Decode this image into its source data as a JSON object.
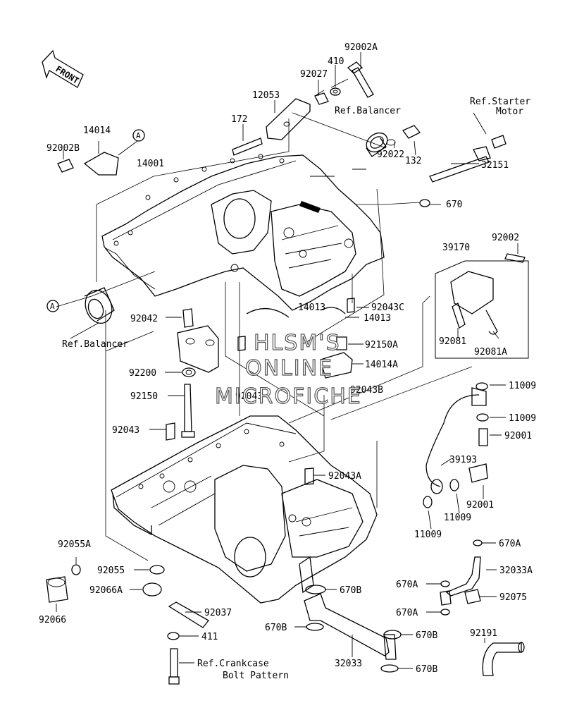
{
  "front_arrow": {
    "text": "FRONT"
  },
  "watermark": {
    "line1": "HLSM'S",
    "line2": "ONLINE",
    "line3": "MICROFICHE"
  },
  "labels": {
    "p92002A": "92002A",
    "p410": "410",
    "p92027": "92027",
    "p12053": "12053",
    "p172": "172",
    "refBalancerTop": "Ref.Balancer",
    "refStarter1": "Ref.Starter",
    "refStarter2": "Motor",
    "p14014": "14014",
    "p92002B": "92002B",
    "calloutA1": "A",
    "p14001": "14001",
    "p132": "132",
    "p92022": "92022",
    "p32151": "32151",
    "p670": "670",
    "p92002": "92002",
    "p39170": "39170",
    "calloutA2": "A",
    "p92043C": "92043C",
    "p14013a": "14013",
    "p14013b": "14013",
    "p92042": "92042",
    "p92150A": "92150A",
    "p92081": "92081",
    "p92081A": "92081A",
    "refBalancerLeft": "Ref.Balancer",
    "p14014A": "14014A",
    "p92200": "92200",
    "p92043B": "92043B",
    "p11009a": "11009",
    "p92150": "92150",
    "p92043a": "92043",
    "p11009b": "11009",
    "p92043b": "92043",
    "p92001a": "92001",
    "p39193": "39193",
    "p92043A": "92043A",
    "p92001b": "92001",
    "p11009c": "11009",
    "p11009d": "11009",
    "p92055A": "92055A",
    "p670A1": "670A",
    "p92055": "92055",
    "p670Ba": "670B",
    "p670A2": "670A",
    "p32033A": "32033A",
    "p92066A": "92066A",
    "p92075": "92075",
    "p92037": "92037",
    "p670A3": "670A",
    "p92066": "92066",
    "p670Bb": "670B",
    "p670Bc": "670B",
    "p92191": "92191",
    "p411": "411",
    "refCrankcase1": "Ref.Crankcase",
    "refCrankcase2": "Bolt Pattern",
    "p32033": "32033",
    "p670Bd": "670B"
  }
}
